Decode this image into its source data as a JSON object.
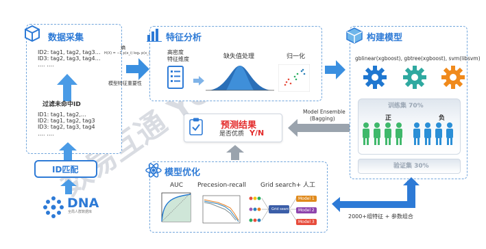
{
  "data_collection": {
    "title": "数据采集",
    "list1": [
      "ID2: tag1, tag2, tag3…",
      "ID3: tag2, tag3, tag4…",
      "…. …."
    ],
    "filter_label": "过滤未命中ID",
    "list2": [
      "ID1: tag1, tag2,…",
      "ID2: tag1, tag2, tag3",
      "ID3: tag2, tag3, tag4",
      "…. …."
    ],
    "id_match": "ID匹配",
    "dna_logo": "DNA",
    "dna_sub": "全局人群数据库"
  },
  "feature_analysis": {
    "title": "特征分析",
    "entropy_label": "熵",
    "formula": "H(X) = −Σ p(x_i) log₂ p(x_i)",
    "importance_label": "模型特征重要性",
    "high_dim": "高密度",
    "feature_dim": "特征维度",
    "missing": "缺失值处理",
    "normalize": "归一化"
  },
  "model_build": {
    "title": "构建模型",
    "models_text": "gblinear(xgboost), gbtree(xgboost), svm(libsvm)",
    "train_label": "训练集 70%",
    "positive": "正",
    "negative": "负",
    "valid_label": "验证集 30%"
  },
  "prediction": {
    "title": "预测结果",
    "subtitle_prefix": "是否优质",
    "subtitle_yn": "Y/N"
  },
  "ensemble": {
    "line1": "Model Ensemble",
    "line2": "(Bagging)"
  },
  "model_opt": {
    "title": "模型优化",
    "auc": "AUC",
    "pr": "Precesion-recall",
    "grid": "Grid search+  人工",
    "grid_box": "Grid search",
    "models": [
      "Model 1",
      "Model 2",
      "Model 3"
    ]
  },
  "combo_label": "2000+组特征 + 参数组合",
  "watermark": "数易互通 YOUDI",
  "colors": {
    "accent": "#2d7ad6",
    "red": "#e32b2b",
    "gear_blue": "#1f77d0",
    "gear_teal": "#2fa9a0",
    "gear_orange": "#f08a1c",
    "people_green": "#3fb86b",
    "people_blue": "#2b8fd6"
  }
}
